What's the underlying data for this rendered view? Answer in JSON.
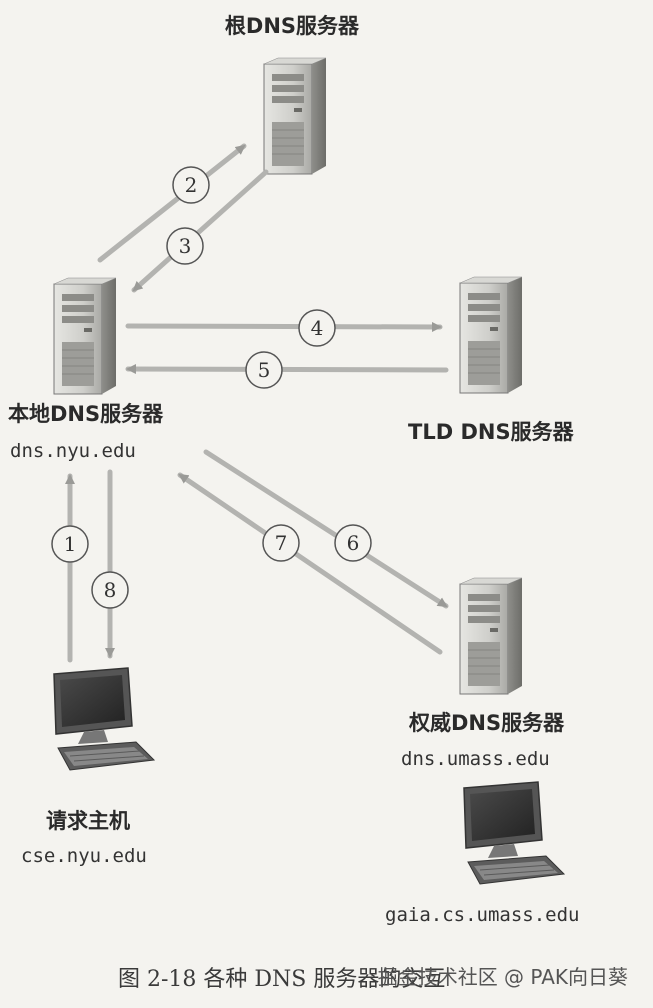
{
  "servers": {
    "root": {
      "label": "根DNS服务器"
    },
    "local": {
      "label": "本地DNS服务器",
      "host": "dns.nyu.edu"
    },
    "tld": {
      "label": "TLD DNS服务器"
    },
    "auth": {
      "label": "权威DNS服务器",
      "host": "dns.umass.edu"
    }
  },
  "hosts": {
    "requester": {
      "label": "请求主机",
      "host": "cse.nyu.edu"
    },
    "target": {
      "host": "gaia.cs.umass.edu"
    }
  },
  "steps": [
    "1",
    "2",
    "3",
    "4",
    "5",
    "6",
    "7",
    "8"
  ],
  "caption": "图 2-18   各种 DNS 服务器的交互",
  "watermark": "掘金技术社区 @ PAK向日葵"
}
